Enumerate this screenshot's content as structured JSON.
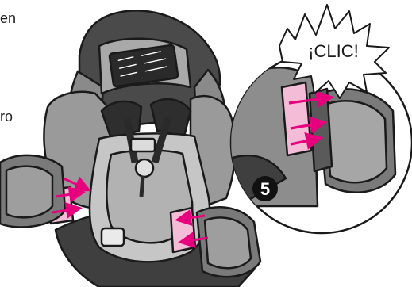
{
  "text_fragments": {
    "top_left": "en",
    "mid_left": "ro"
  },
  "callout": {
    "text": "¡CLIC!"
  },
  "step": {
    "number": "5"
  },
  "colors": {
    "outline": "#1a1a1a",
    "shell_dark": "#4a4a4a",
    "shell_mid": "#7d7d7d",
    "pad_light": "#b8b8b8",
    "pad_lighter": "#d4d4d4",
    "pink": "#f4bcd6",
    "arrow_magenta": "#e6007e",
    "badge": "#111111"
  },
  "icons": [
    "click-burst-icon",
    "step-badge-icon",
    "arrow-icon"
  ]
}
